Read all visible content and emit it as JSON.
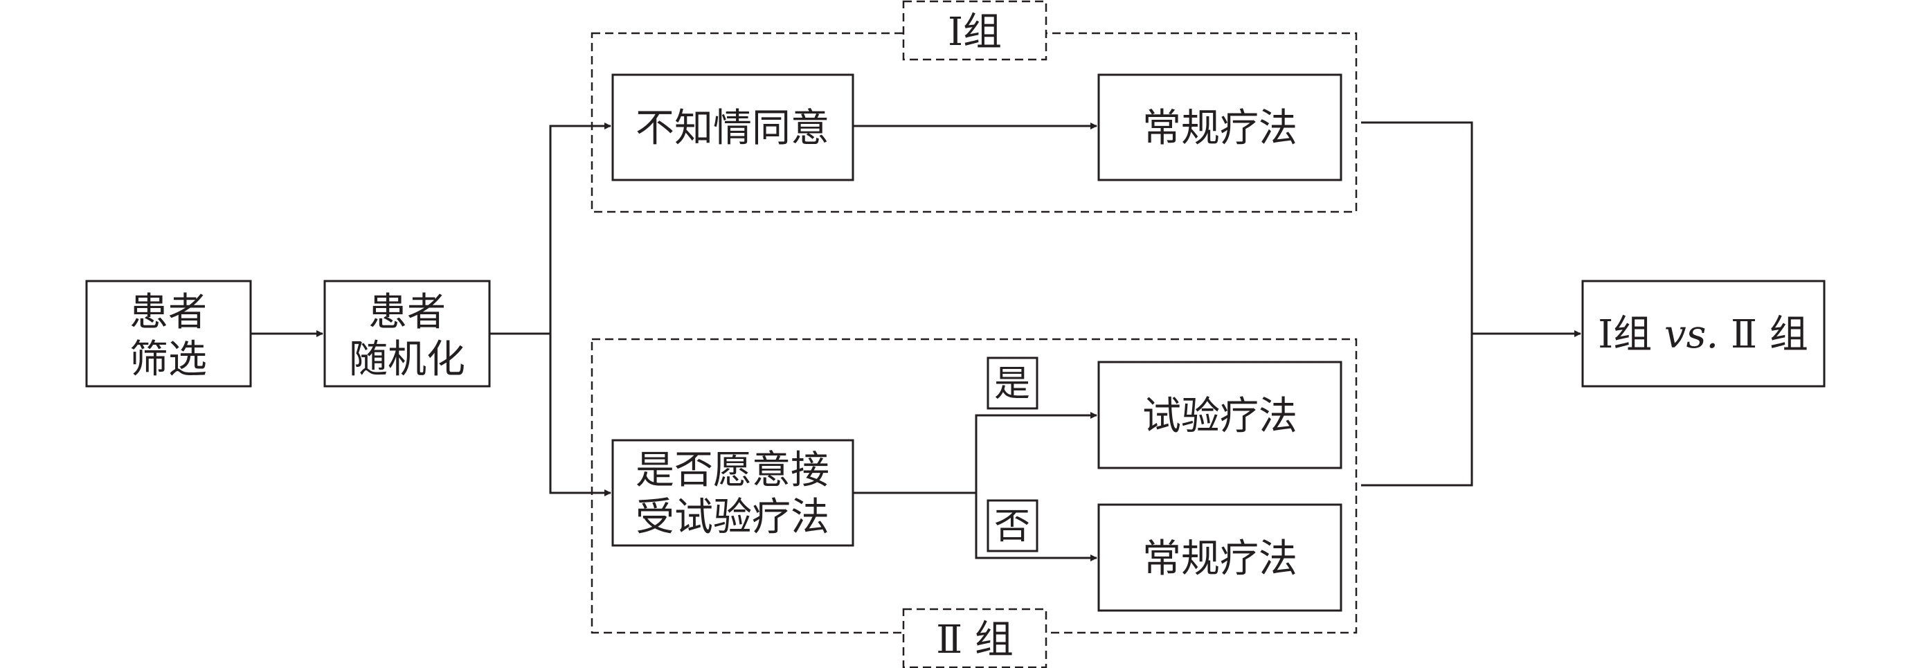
{
  "group1": {
    "label": "Ⅰ组"
  },
  "group2": {
    "label": "Ⅱ 组"
  },
  "nodes": {
    "screening": [
      "患者",
      "筛选"
    ],
    "randomization": [
      "患者",
      "随机化"
    ],
    "uninformed_consent": "不知情同意",
    "conventional_1": "常规疗法",
    "willing_question": [
      "是否愿意接",
      "受试验疗法"
    ],
    "experimental": "试验疗法",
    "conventional_2": "常规疗法",
    "comparison": {
      "g1": "Ⅰ组",
      "vs": "vs.",
      "g2": "Ⅱ 组"
    }
  },
  "branches": {
    "yes": "是",
    "no": "否"
  }
}
